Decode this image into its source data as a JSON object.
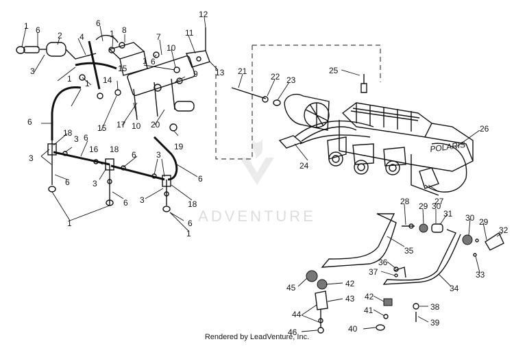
{
  "diagram": {
    "part_numbers": [
      "1",
      "2",
      "3",
      "4",
      "5",
      "6",
      "7",
      "8",
      "9",
      "10",
      "11",
      "12",
      "13",
      "14",
      "15",
      "16",
      "17",
      "18",
      "19",
      "20",
      "21",
      "22",
      "23",
      "24",
      "25",
      "26",
      "27",
      "28",
      "29",
      "30",
      "31",
      "32",
      "33",
      "34",
      "35",
      "36",
      "37",
      "38",
      "39",
      "40",
      "41",
      "42",
      "43",
      "44",
      "45",
      "46"
    ],
    "engine_brand": "POLARIS"
  },
  "watermark": {
    "text": "ADVENTURE"
  },
  "footer": {
    "credit": "Rendered by LeadVenture, Inc."
  }
}
